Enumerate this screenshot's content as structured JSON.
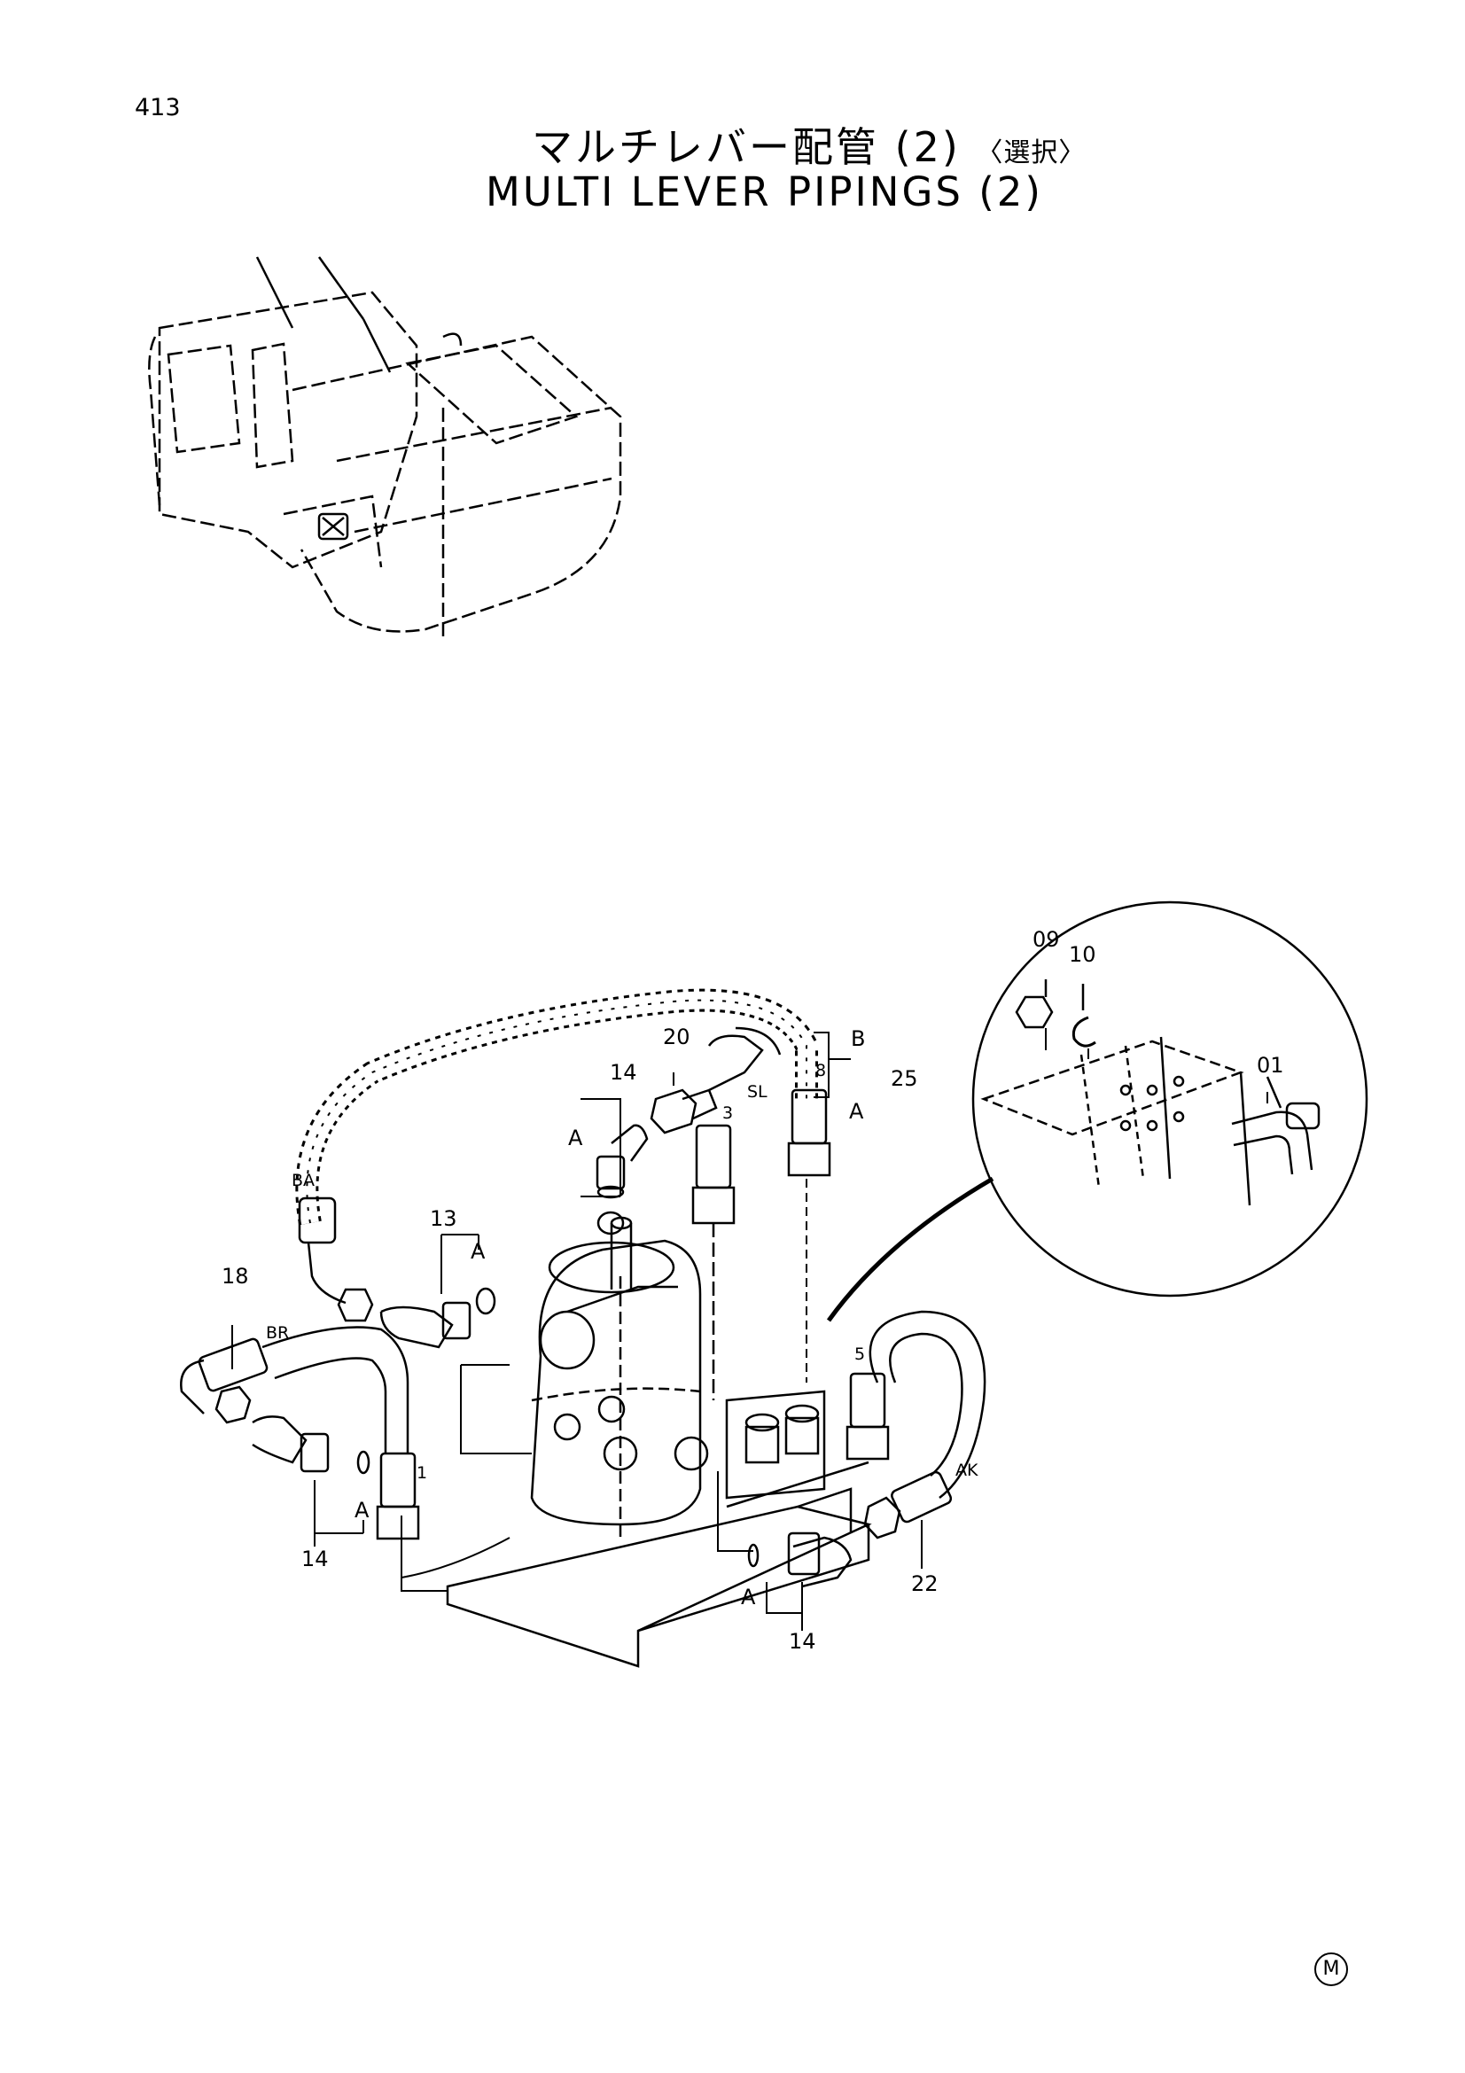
{
  "page": {
    "number": "413",
    "mark": "M"
  },
  "title": {
    "jp": "マルチレバー配管 (2)",
    "jp_option": "〈選択〉",
    "en": "MULTI LEVER PIPINGS (2)"
  },
  "callouts": {
    "p01": "01",
    "p09": "09",
    "p10": "10",
    "p13": "13",
    "p14a": "14",
    "p14b": "14",
    "p14c": "14",
    "p18": "18",
    "p20": "20",
    "p22": "22",
    "p25": "25",
    "A1": "A",
    "A2": "A",
    "A3": "A",
    "A4": "A",
    "A5": "A",
    "B": "B",
    "BA": "BA",
    "BR": "BR",
    "SL": "SL",
    "AK": "AK",
    "port1": "1",
    "port3": "3",
    "port5": "5",
    "port8": "8"
  }
}
